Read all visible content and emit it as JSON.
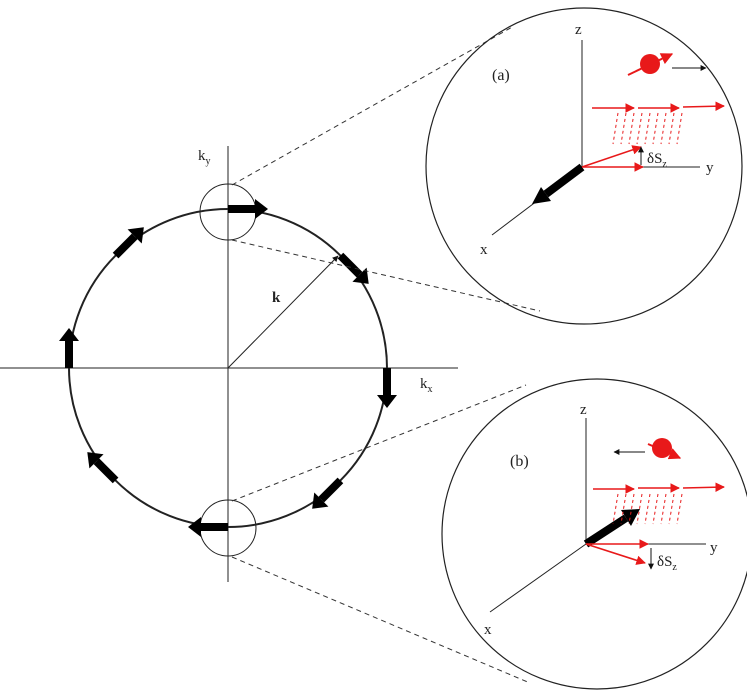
{
  "main_plot": {
    "axis_x_label": "k",
    "axis_x_subscript": "x",
    "axis_y_label": "k",
    "axis_y_subscript": "y",
    "radius_label": "k"
  },
  "inset_a": {
    "panel_label": "(a)",
    "z_label": "z",
    "y_label": "y",
    "x_label": "x",
    "delta_label": "δS",
    "delta_subscript": "z"
  },
  "inset_b": {
    "panel_label": "(b)",
    "z_label": "z",
    "y_label": "y",
    "x_label": "x",
    "delta_label": "δS",
    "delta_subscript": "z"
  },
  "colors": {
    "line": "#222222",
    "spin_arrow": "#000000",
    "accent": "#e8191a"
  },
  "spin_arrow_angles_deg": [
    0,
    -45,
    -90,
    -135,
    180,
    135,
    90,
    45
  ]
}
